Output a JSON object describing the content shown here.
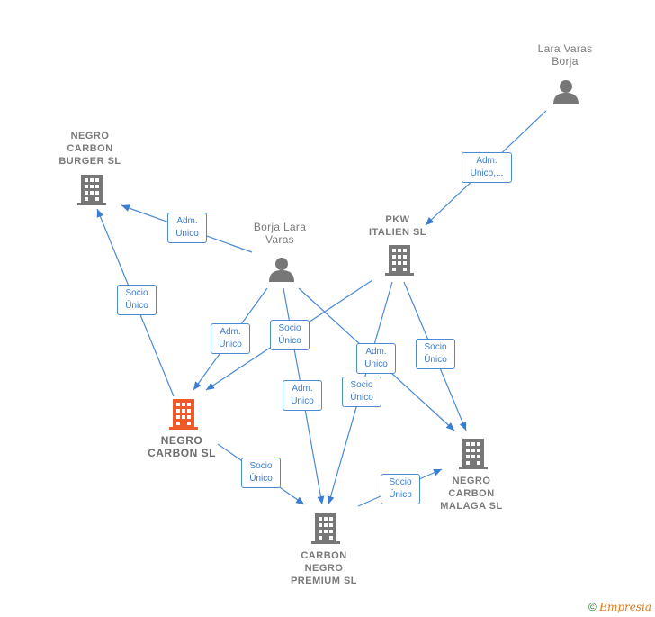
{
  "nodes": {
    "lara": {
      "label": "Lara Varas\nBorja"
    },
    "borja": {
      "label": "Borja Lara\nVaras"
    },
    "burger": {
      "label": "NEGRO\nCARBON\nBURGER  SL"
    },
    "pkw": {
      "label": "PKW\nITALIEN  SL"
    },
    "negro_carbon": {
      "label": "NEGRO\nCARBON  SL"
    },
    "malaga": {
      "label": "NEGRO\nCARBON\nMALAGA  SL"
    },
    "premium": {
      "label": "CARBON\nNEGRO\nPREMIUM  SL"
    }
  },
  "edges": {
    "e1": "Adm.\nUnico,...",
    "e2": "Adm.\nUnico",
    "e3": "Socio\nÚnico",
    "e4": "Adm.\nUnico",
    "e5": "Socio\nÚnico",
    "e6": "Adm.\nUnico",
    "e7": "Adm.\nUnico",
    "e8": "Socio\nÚnico",
    "e9": "Socio\nÚnico",
    "e10": "Socio\nÚnico",
    "e11": "Socio\nÚnico"
  },
  "colors": {
    "edge": "#3b7dd0",
    "building": "#777777",
    "highlight": "#f05a28"
  },
  "footer": {
    "copyright": "©",
    "brand": "mpresia",
    "brand_initial": "E"
  }
}
